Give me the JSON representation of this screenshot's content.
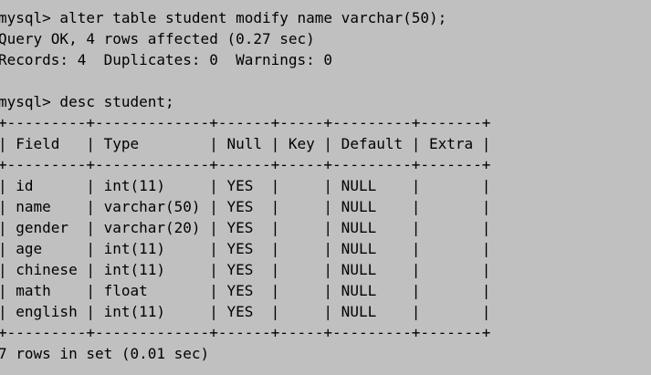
{
  "terminal": {
    "lines": [
      "mysql> alter table student modify name varchar(50);",
      "Query OK, 4 rows affected (0.27 sec)",
      "Records: 4  Duplicates: 0  Warnings: 0",
      "",
      "mysql> desc student;",
      "+---------+-------------+------+-----+---------+-------+",
      "| Field   | Type        | Null | Key | Default | Extra |",
      "+---------+-------------+------+-----+---------+-------+",
      "| id      | int(11)     | YES  |     | NULL    |       |",
      "| name    | varchar(50) | YES  |     | NULL    |       |",
      "| gender  | varchar(20) | YES  |     | NULL    |       |",
      "| age     | int(11)     | YES  |     | NULL    |       |",
      "| chinese | int(11)     | YES  |     | NULL    |       |",
      "| math    | float       | YES  |     | NULL    |       |",
      "| english | int(11)     | YES  |     | NULL    |       |",
      "+---------+-------------+------+-----+---------+-------+",
      "7 rows in set (0.01 sec)"
    ]
  }
}
